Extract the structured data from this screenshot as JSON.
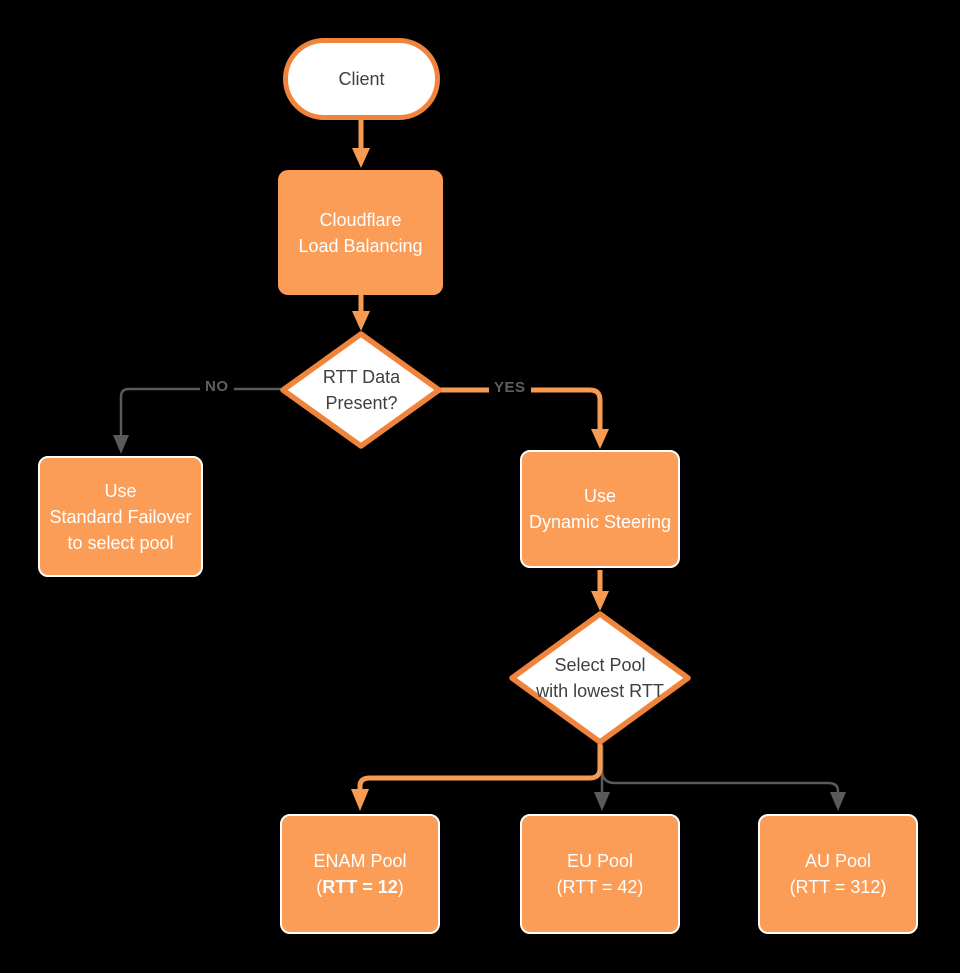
{
  "diagram": {
    "title": "Cloudflare Load Balancing flowchart",
    "colors": {
      "background": "#000000",
      "node_fill": "#FB9D57",
      "node_border": "#F0843C",
      "connector_orange": "#F89B52",
      "connector_gray": "#5A5A5A",
      "dark_text": "#3F3F3F",
      "white": "#FFFFFF"
    },
    "nodes": {
      "client": {
        "label": "Client"
      },
      "load_balancer": {
        "line1": "Cloudflare",
        "line2": "Load Balancing"
      },
      "rtt_decision": {
        "line1": "RTT Data",
        "line2": "Present?"
      },
      "standard_failover": {
        "line1": "Use",
        "line2": "Standard Failover",
        "line3": "to select pool"
      },
      "dynamic_steering": {
        "line1": "Use",
        "line2": "Dynamic Steering"
      },
      "select_pool": {
        "line1": "Select Pool",
        "line2": "with lowest RTT"
      },
      "enam_pool": {
        "line1": "ENAM Pool",
        "line2_open": "(",
        "line2_bold": "RTT = 12",
        "line2_close": ")"
      },
      "eu_pool": {
        "line1": "EU Pool",
        "line2": "(RTT = 42)"
      },
      "au_pool": {
        "line1": "AU Pool",
        "line2": "(RTT = 312)"
      }
    },
    "edges": {
      "no_label": "NO",
      "yes_label": "YES"
    }
  }
}
